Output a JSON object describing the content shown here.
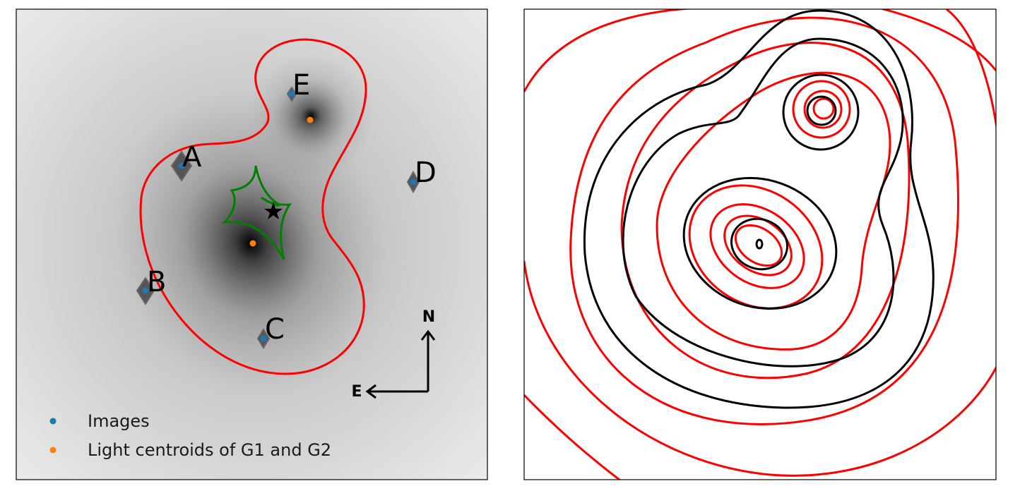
{
  "left_panel": {
    "image_labels": [
      "A",
      "B",
      "C",
      "D",
      "E"
    ],
    "compass": {
      "north": "N",
      "east": "E"
    },
    "legend": [
      {
        "label": "Images",
        "color": "#1f77b4"
      },
      {
        "label": "Light centroids of G1 and G2",
        "color": "#ff7f0e"
      }
    ],
    "critical_curve_color": "#ff0000",
    "caustic_color": "#008000"
  },
  "right_panel": {
    "contour_colors": [
      "#000000",
      "#ff0000"
    ]
  }
}
